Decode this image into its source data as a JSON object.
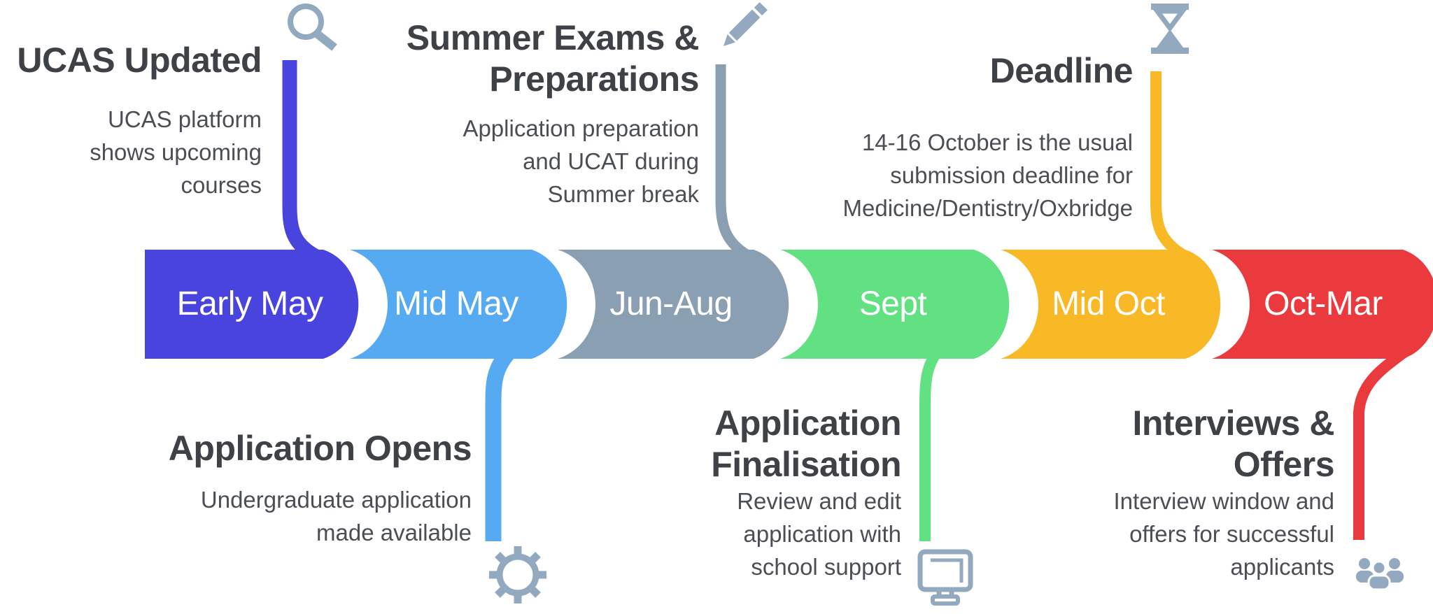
{
  "theme": {
    "background": "#ffffff",
    "heading": "#3e4145",
    "body": "#4b4f55",
    "icon": "#93a9c0",
    "segment_text": "#ffffff"
  },
  "timeline": {
    "segments": [
      {
        "label": "Early May",
        "color": "#4a44de",
        "connector_direction": "up"
      },
      {
        "label": "Mid May",
        "color": "#56aaf2",
        "connector_direction": "down"
      },
      {
        "label": "Jun-Aug",
        "color": "#8b9fb3",
        "connector_direction": "up"
      },
      {
        "label": "Sept",
        "color": "#61e181",
        "connector_direction": "down"
      },
      {
        "label": "Mid Oct",
        "color": "#f9b825",
        "connector_direction": "up"
      },
      {
        "label": "Oct-Mar",
        "color": "#eb3a3d",
        "connector_direction": "down"
      }
    ]
  },
  "captions": [
    {
      "id": "ucas-updated",
      "position": "top",
      "title": "UCAS Updated",
      "description": "UCAS platform shows upcoming courses",
      "icon": "magnifier-icon"
    },
    {
      "id": "summer-exams",
      "position": "top",
      "title": "Summer Exams & Preparations",
      "description": "Application preparation and UCAT during Summer break",
      "icon": "pencil-icon"
    },
    {
      "id": "deadline",
      "position": "top",
      "title": "Deadline",
      "description": "14-16 October is the usual submission deadline for Medicine/Dentistry/Oxbridge",
      "icon": "hourglass-icon"
    },
    {
      "id": "application-opens",
      "position": "bottom",
      "title": "Application Opens",
      "description": "Undergraduate application made available",
      "icon": "gear-icon"
    },
    {
      "id": "application-finalisation",
      "position": "bottom",
      "title": "Application Finalisation",
      "description": "Review and edit application with school support",
      "icon": "monitor-icon"
    },
    {
      "id": "interviews-offers",
      "position": "bottom",
      "title": "Interviews & Offers",
      "description": "Interview window and offers for successful applicants",
      "icon": "people-icon"
    }
  ]
}
